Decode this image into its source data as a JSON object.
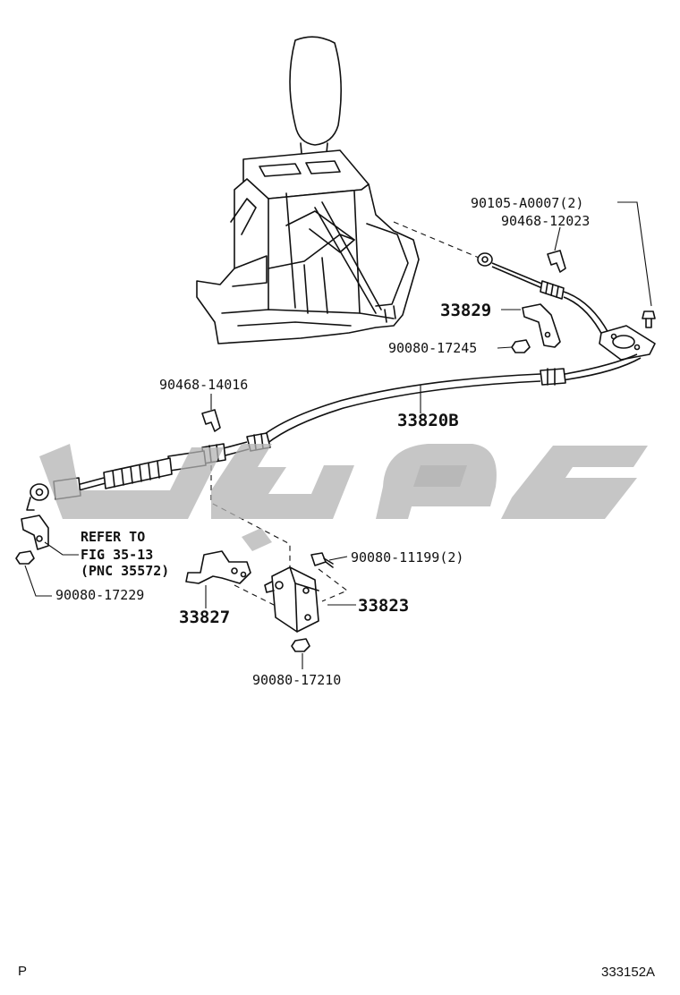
{
  "diagram": {
    "labels": {
      "p_90105": "90105-A0007(2)",
      "p_90468_12023": "90468-12023",
      "p_33829": "33829",
      "p_90080_17245": "90080-17245",
      "p_90468_14016": "90468-14016",
      "p_33820B": "33820B",
      "note_line1": "REFER TO",
      "note_line2": "FIG 35-13",
      "note_line3": "(PNC 35572)",
      "p_90080_17229": "90080-17229",
      "p_90080_11199": "90080-11199(2)",
      "p_33827": "33827",
      "p_33823": "33823",
      "p_90080_17210": "90080-17210"
    },
    "footer": {
      "left_mark": "P",
      "figure_code": "333152A"
    },
    "colors": {
      "line": "#111111",
      "watermark": "#b3b3b3"
    }
  }
}
